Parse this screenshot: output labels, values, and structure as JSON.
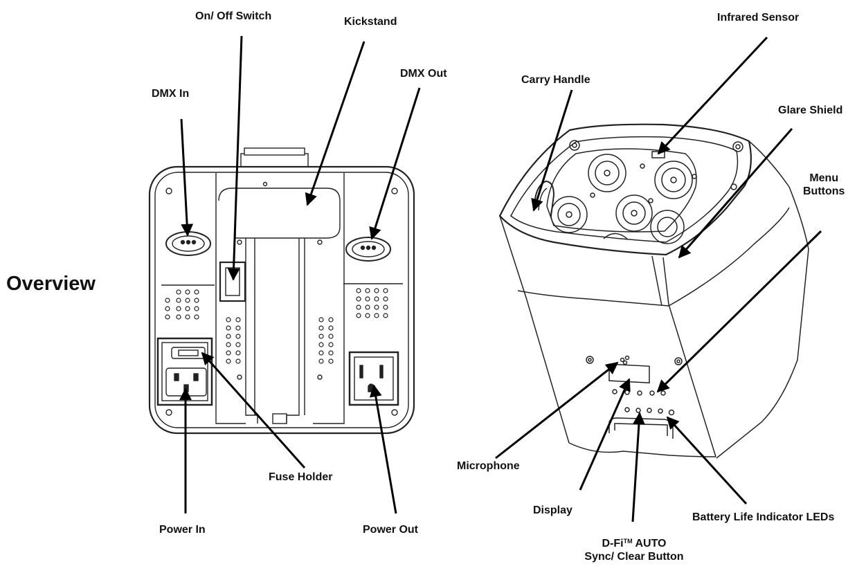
{
  "title": "Overview",
  "labels": {
    "on_off_switch": "On/ Off Switch",
    "kickstand": "Kickstand",
    "dmx_in": "DMX In",
    "dmx_out": "DMX Out",
    "fuse_holder": "Fuse Holder",
    "power_in": "Power In",
    "power_out": "Power Out",
    "infrared_sensor": "Infrared Sensor",
    "carry_handle": "Carry Handle",
    "glare_shield": "Glare Shield",
    "menu_buttons_line1": "Menu",
    "menu_buttons_line2": "Buttons",
    "microphone": "Microphone",
    "display": "Display",
    "dfi_prefix": "D-Fi",
    "dfi_tm": "TM",
    "dfi_suffix": " AUTO",
    "sync_clear_button": "Sync/ Clear Button",
    "battery_leds": "Battery Life Indicator LEDs"
  }
}
